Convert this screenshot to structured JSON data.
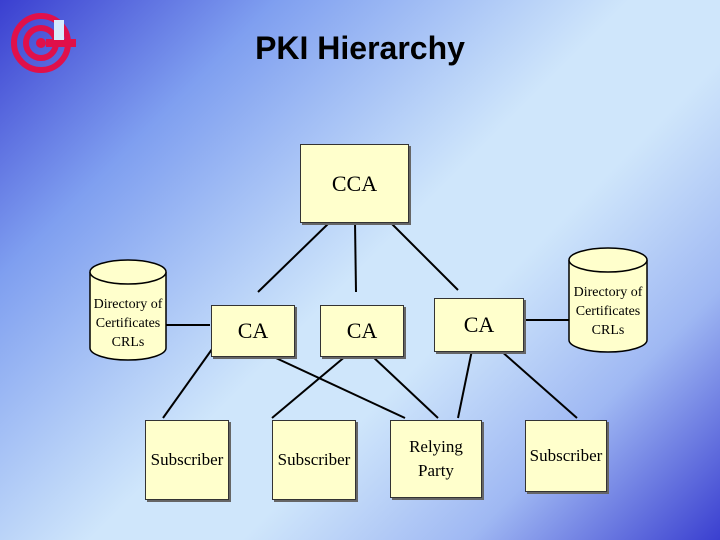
{
  "title": "PKI Hierarchy",
  "nodes": {
    "cca": "CCA",
    "ca_left": "CA",
    "ca_middle": "CA",
    "ca_right": "CA",
    "subscriber_left": "Subscriber",
    "subscriber_middle": "Subscriber",
    "relying_party_line1": "Relying",
    "relying_party_line2": "Party",
    "subscriber_right": "Subscriber"
  },
  "directory_left": {
    "line1": "Directory of",
    "line2": "Certificates",
    "line3": "CRLs"
  },
  "directory_right": {
    "line1": "Directory of",
    "line2": "Certificates",
    "line3": "CRLs"
  },
  "colors": {
    "logo": "#e0104a",
    "box_fill": "#ffffcc"
  }
}
